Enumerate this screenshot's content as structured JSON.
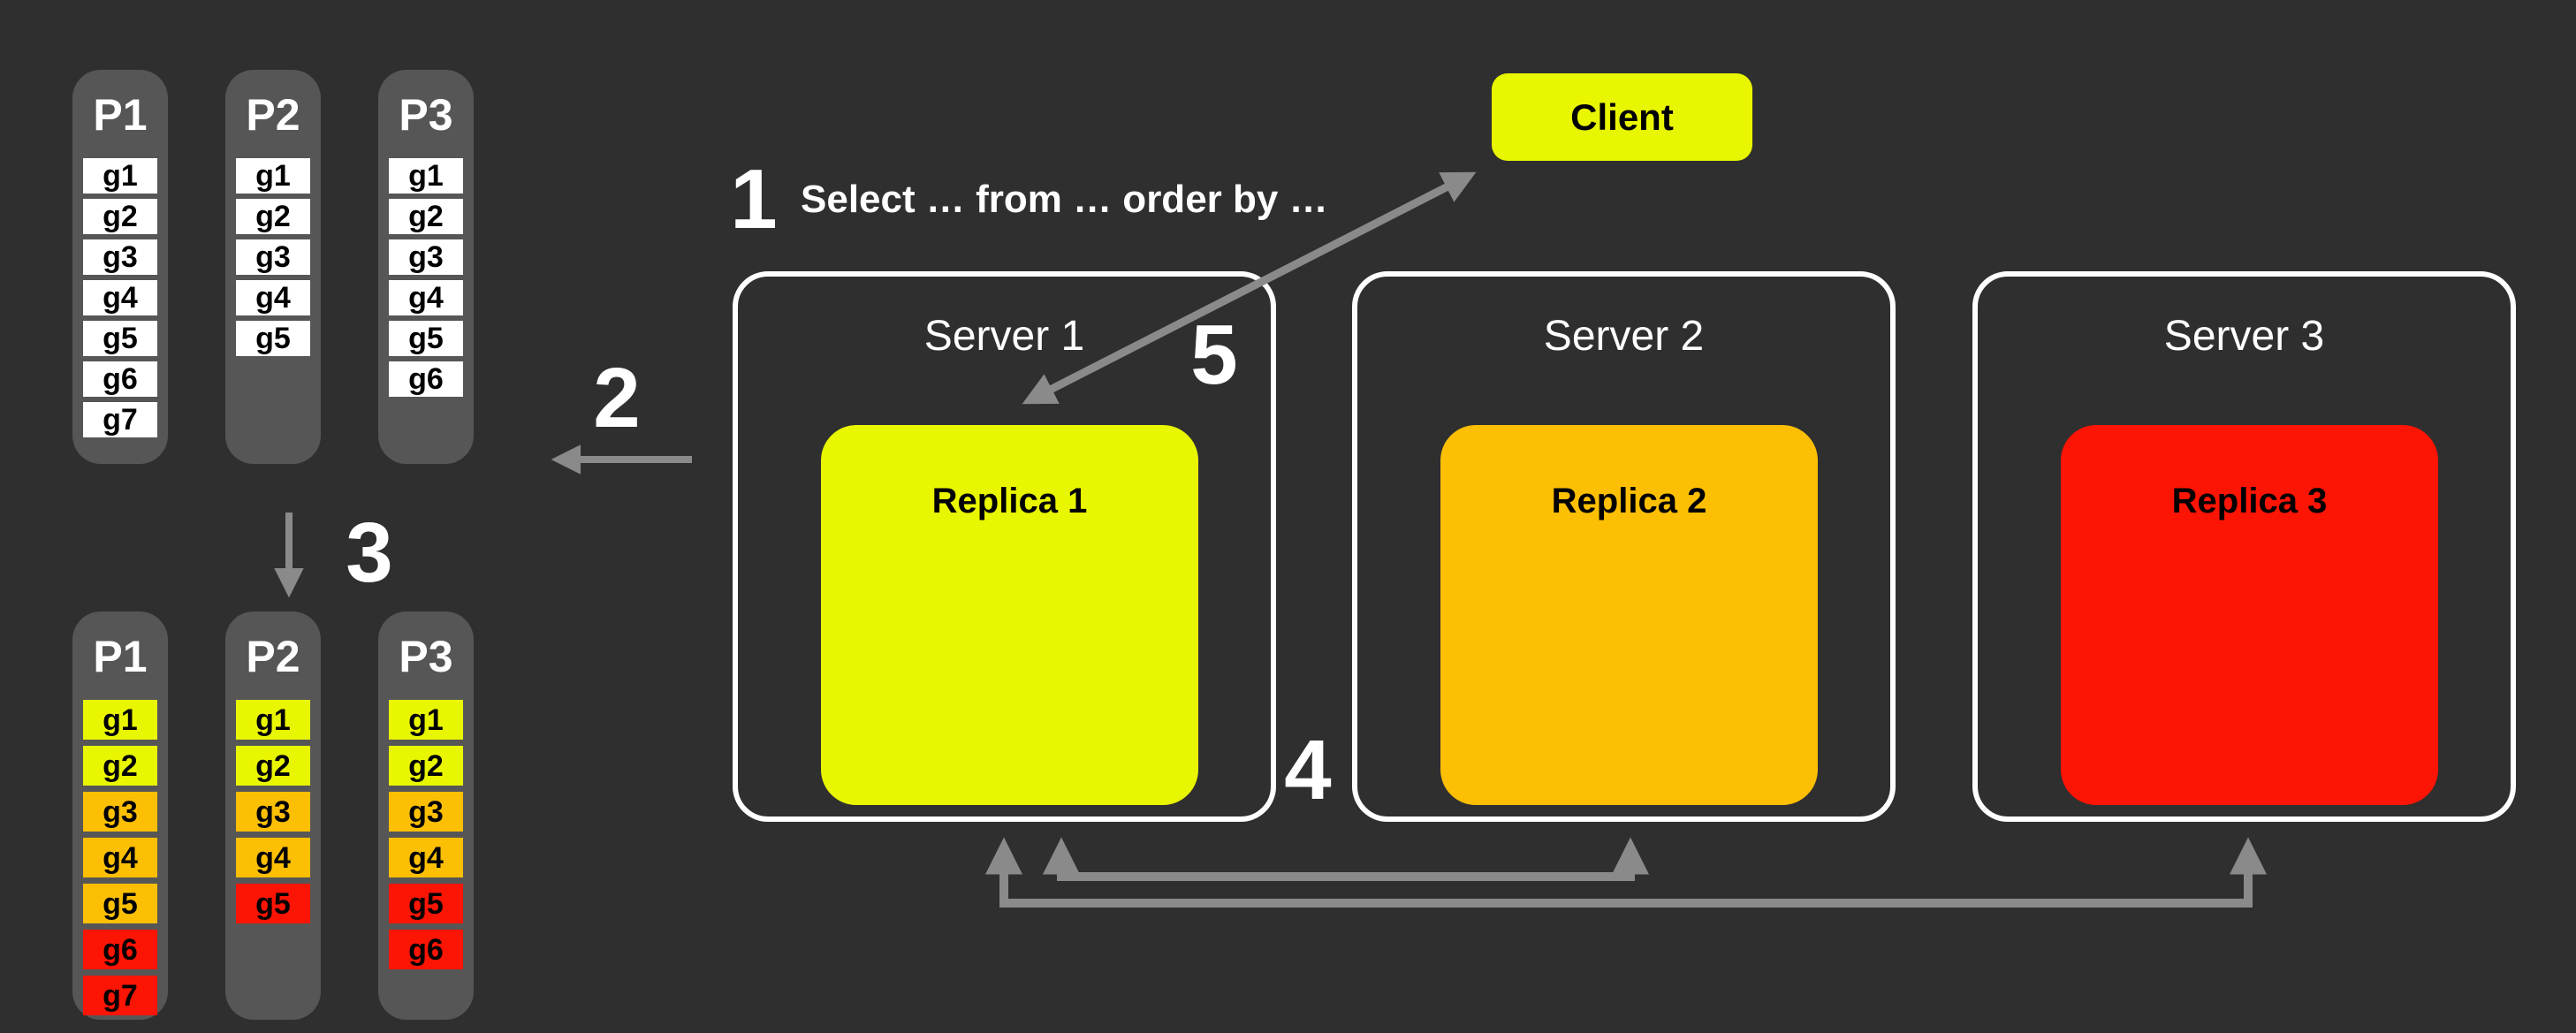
{
  "palette": {
    "bg": "#2f2f2f",
    "panel": "#565656",
    "cell_bg": "#ffffff",
    "arrow": "#8a8a8a",
    "text_light": "#ffffff",
    "text_dark": "#000000",
    "server_border": "#ffffff"
  },
  "status_colors": {
    "yellow": "#e9f601",
    "orange": "#fcbf04",
    "red": "#fc1405"
  },
  "steps": [
    {
      "num": "1",
      "label": "Select … from … order by …"
    },
    {
      "num": "2",
      "label": ""
    },
    {
      "num": "3",
      "label": ""
    },
    {
      "num": "4",
      "label": ""
    },
    {
      "num": "5",
      "label": ""
    }
  ],
  "partitions_before": {
    "columns": [
      {
        "label": "P1",
        "cells": [
          "g1",
          "g2",
          "g3",
          "g4",
          "g5",
          "g6",
          "g7"
        ]
      },
      {
        "label": "P2",
        "cells": [
          "g1",
          "g2",
          "g3",
          "g4",
          "g5"
        ]
      },
      {
        "label": "P3",
        "cells": [
          "g1",
          "g2",
          "g3",
          "g4",
          "g5",
          "g6"
        ]
      }
    ]
  },
  "partitions_after": {
    "columns": [
      {
        "label": "P1",
        "cells": [
          {
            "label": "g1",
            "color": "#e9f601"
          },
          {
            "label": "g2",
            "color": "#e9f601"
          },
          {
            "label": "g3",
            "color": "#fcbf04"
          },
          {
            "label": "g4",
            "color": "#fcbf04"
          },
          {
            "label": "g5",
            "color": "#fcbf04"
          },
          {
            "label": "g6",
            "color": "#fc1405"
          },
          {
            "label": "g7",
            "color": "#fc1405"
          }
        ]
      },
      {
        "label": "P2",
        "cells": [
          {
            "label": "g1",
            "color": "#e9f601"
          },
          {
            "label": "g2",
            "color": "#e9f601"
          },
          {
            "label": "g3",
            "color": "#fcbf04"
          },
          {
            "label": "g4",
            "color": "#fcbf04"
          },
          {
            "label": "g5",
            "color": "#fc1405"
          }
        ]
      },
      {
        "label": "P3",
        "cells": [
          {
            "label": "g1",
            "color": "#e9f601"
          },
          {
            "label": "g2",
            "color": "#e9f601"
          },
          {
            "label": "g3",
            "color": "#fcbf04"
          },
          {
            "label": "g4",
            "color": "#fcbf04"
          },
          {
            "label": "g5",
            "color": "#fc1405"
          },
          {
            "label": "g6",
            "color": "#fc1405"
          }
        ]
      }
    ]
  },
  "client": {
    "label": "Client",
    "color": "#e9f601"
  },
  "servers": [
    {
      "label": "Server 1",
      "replica": {
        "label": "Replica 1",
        "color": "#e9f601"
      }
    },
    {
      "label": "Server 2",
      "replica": {
        "label": "Replica 2",
        "color": "#fcbf04"
      }
    },
    {
      "label": "Server 3",
      "replica": {
        "label": "Replica 3",
        "color": "#fc1405"
      }
    }
  ]
}
